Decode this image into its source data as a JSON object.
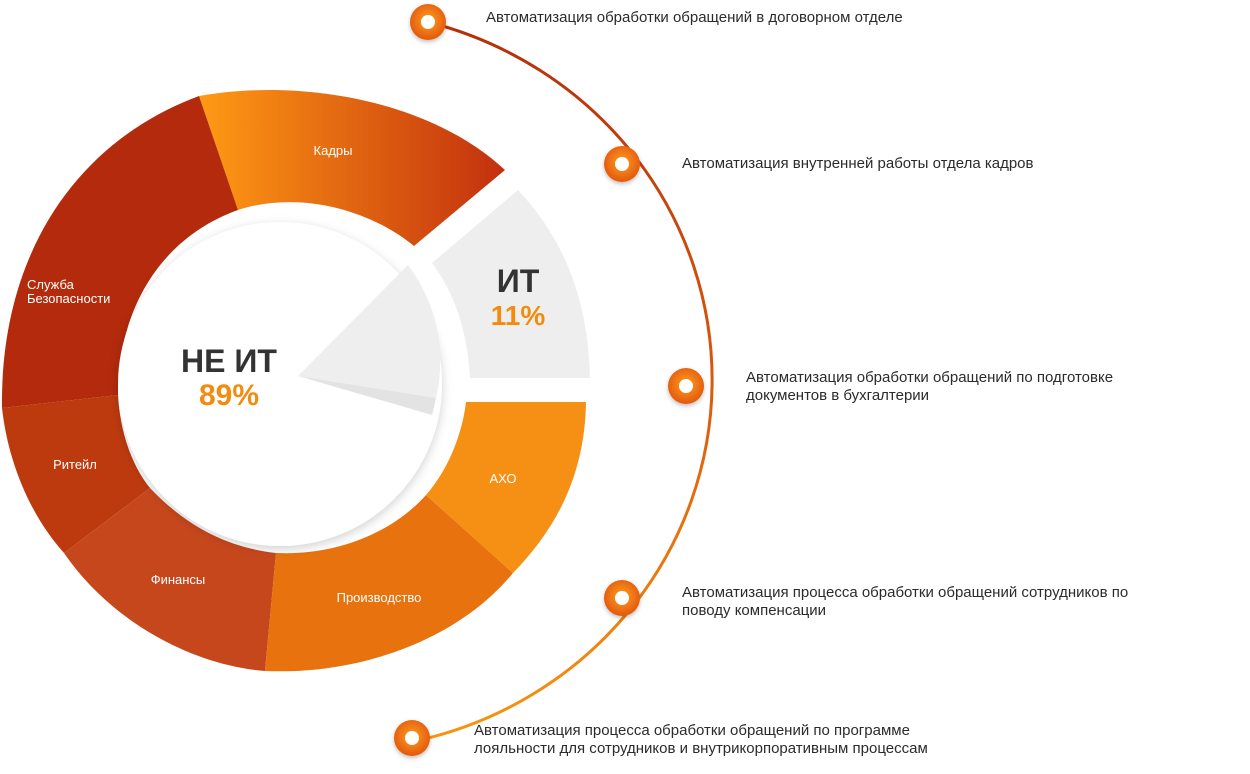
{
  "chart_data": {
    "type": "pie",
    "groups": [
      {
        "name": "НЕ ИТ",
        "value_label": "89%",
        "value": 89
      },
      {
        "name": "ИТ",
        "value_label": "11%",
        "value": 11
      }
    ],
    "segments": [
      {
        "label": "Кадры",
        "color": "#e87b12",
        "color_end": "#c7350f"
      },
      {
        "label": "Служба Безопасности",
        "color": "#b32a0c"
      },
      {
        "label": "Ритейл",
        "color": "#bd3a0e"
      },
      {
        "label": "Финансы",
        "color": "#c7471c"
      },
      {
        "label": "Производство",
        "color": "#e8730e"
      },
      {
        "label": "АХО",
        "color": "#f59014"
      }
    ],
    "it_segment_color": "#eeeeee"
  },
  "center": {
    "title": "НЕ ИТ",
    "value": "89%"
  },
  "it_badge": {
    "title": "ИТ",
    "value": "11%"
  },
  "colors": {
    "accent": "#f28c0f",
    "dark": "#333333",
    "arc_top": "#b5300b",
    "arc_bottom": "#f59014"
  },
  "timeline": [
    {
      "lines": [
        "Автоматизация обработки обращений в договорном отделе"
      ]
    },
    {
      "lines": [
        "Автоматизация внутренней работы отдела кадров"
      ]
    },
    {
      "lines": [
        "Автоматизация обработки обращений по подготовке",
        "документов в бухгалтерии"
      ]
    },
    {
      "lines": [
        "Автоматизация процесса обработки обращений сотрудников по",
        "поводу компенсации"
      ]
    },
    {
      "lines": [
        "Автоматизация процесса обработки обращений по программе",
        "лояльности для сотрудников и внутрикорпоративным процессам"
      ]
    }
  ]
}
